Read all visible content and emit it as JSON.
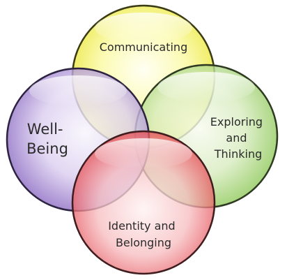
{
  "diagram": {
    "circles": [
      {
        "id": "communicating",
        "lines": [
          "Communicating"
        ],
        "fill": "#f2f04a",
        "stroke": "#3a3a14"
      },
      {
        "id": "exploring",
        "lines": [
          "Exploring",
          "and",
          "Thinking"
        ],
        "fill": "#a9d873",
        "stroke": "#2f3a22"
      },
      {
        "id": "identity",
        "lines": [
          "Identity and",
          "Belonging"
        ],
        "fill": "#ee5a5f",
        "stroke": "#3f1d1f"
      },
      {
        "id": "wellbeing",
        "lines": [
          "Well-",
          "Being"
        ],
        "fill": "#a78ad4",
        "stroke": "#2d2340"
      }
    ]
  }
}
